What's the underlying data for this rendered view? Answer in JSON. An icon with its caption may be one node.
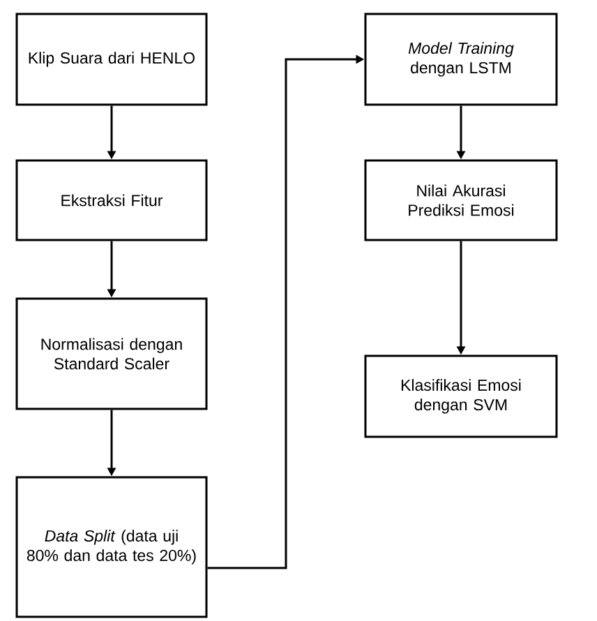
{
  "diagram": {
    "nodes": [
      {
        "text": [
          "Klip Suara dari HENLO"
        ]
      },
      {
        "text": [
          "Ekstraksi Fitur"
        ]
      },
      {
        "text": [
          "Normalisasi dengan Standard Scaler"
        ]
      },
      {
        "text": [
          "*Data Split* (data uji 80% dan data tes 20%)"
        ]
      },
      {
        "text": [
          "*Model Training* dengan LSTM"
        ]
      },
      {
        "text": [
          "Nilai Akurasi Prediksi Emosi"
        ]
      },
      {
        "text": [
          "Klasifikasi Emosi dengan SVM"
        ]
      }
    ],
    "edges": [
      {
        "from": 0,
        "to": 1,
        "arrow": "to"
      },
      {
        "from": 1,
        "to": 2,
        "arrow": "to"
      },
      {
        "from": 2,
        "to": 3,
        "arrow": "to"
      },
      {
        "from": 3,
        "to": 4,
        "arrow": "to"
      },
      {
        "from": 4,
        "to": 5,
        "arrow": "to"
      },
      {
        "from": 5,
        "to": 6,
        "arrow": "to"
      }
    ]
  }
}
